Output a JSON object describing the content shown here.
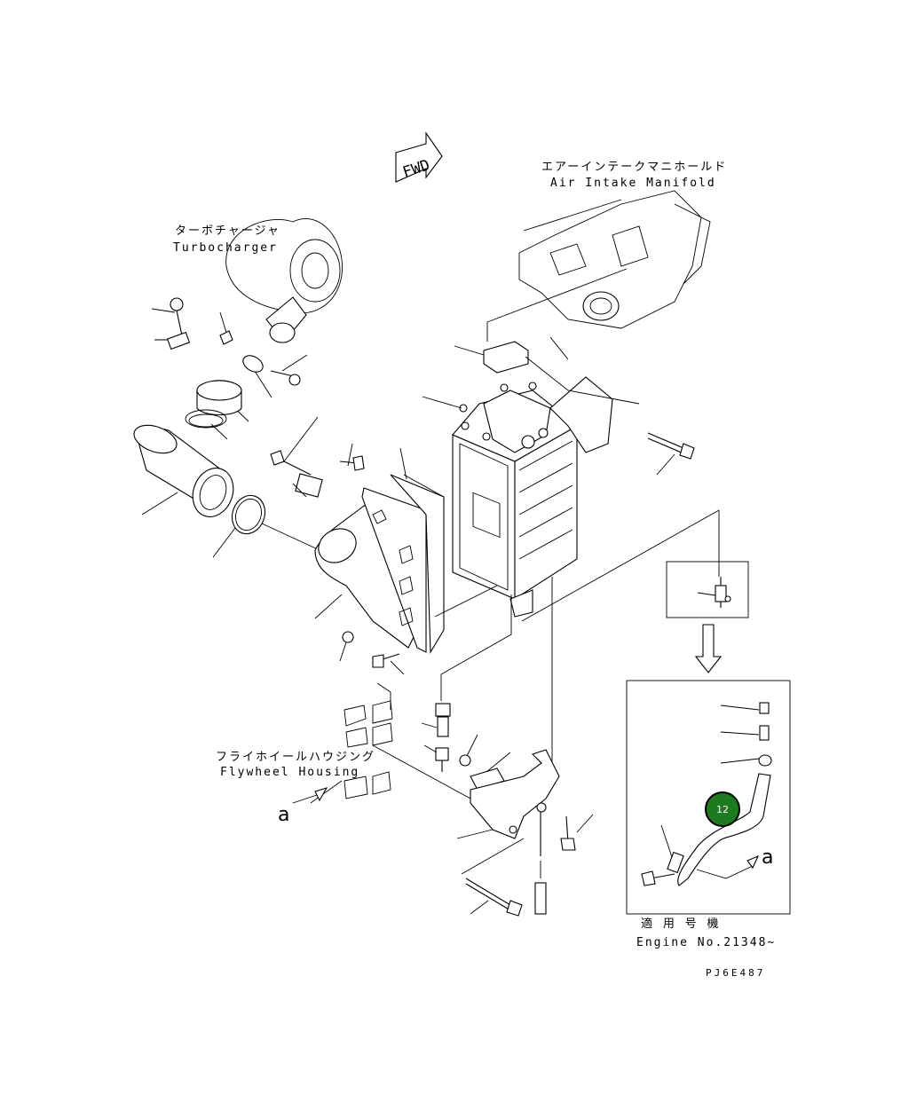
{
  "fwd_label": "FWD",
  "labels": {
    "air_intake_jp": "エアーインテークマニホールド",
    "air_intake_en": "Air Intake Manifold",
    "turbo_jp": "ターボチャージャ",
    "turbo_en": "Turbocharger",
    "flywheel_jp": "フライホイールハウジング",
    "flywheel_en": "Flywheel Housing",
    "applicable_jp": "適 用 号 機",
    "engine_no": "Engine No.21348~",
    "ref_a_left": "a",
    "ref_a_right": "a",
    "drawing_code": "PJ6E487"
  },
  "callout": {
    "number": "12",
    "color": "#1e7a1e",
    "border_color": "#000000"
  }
}
